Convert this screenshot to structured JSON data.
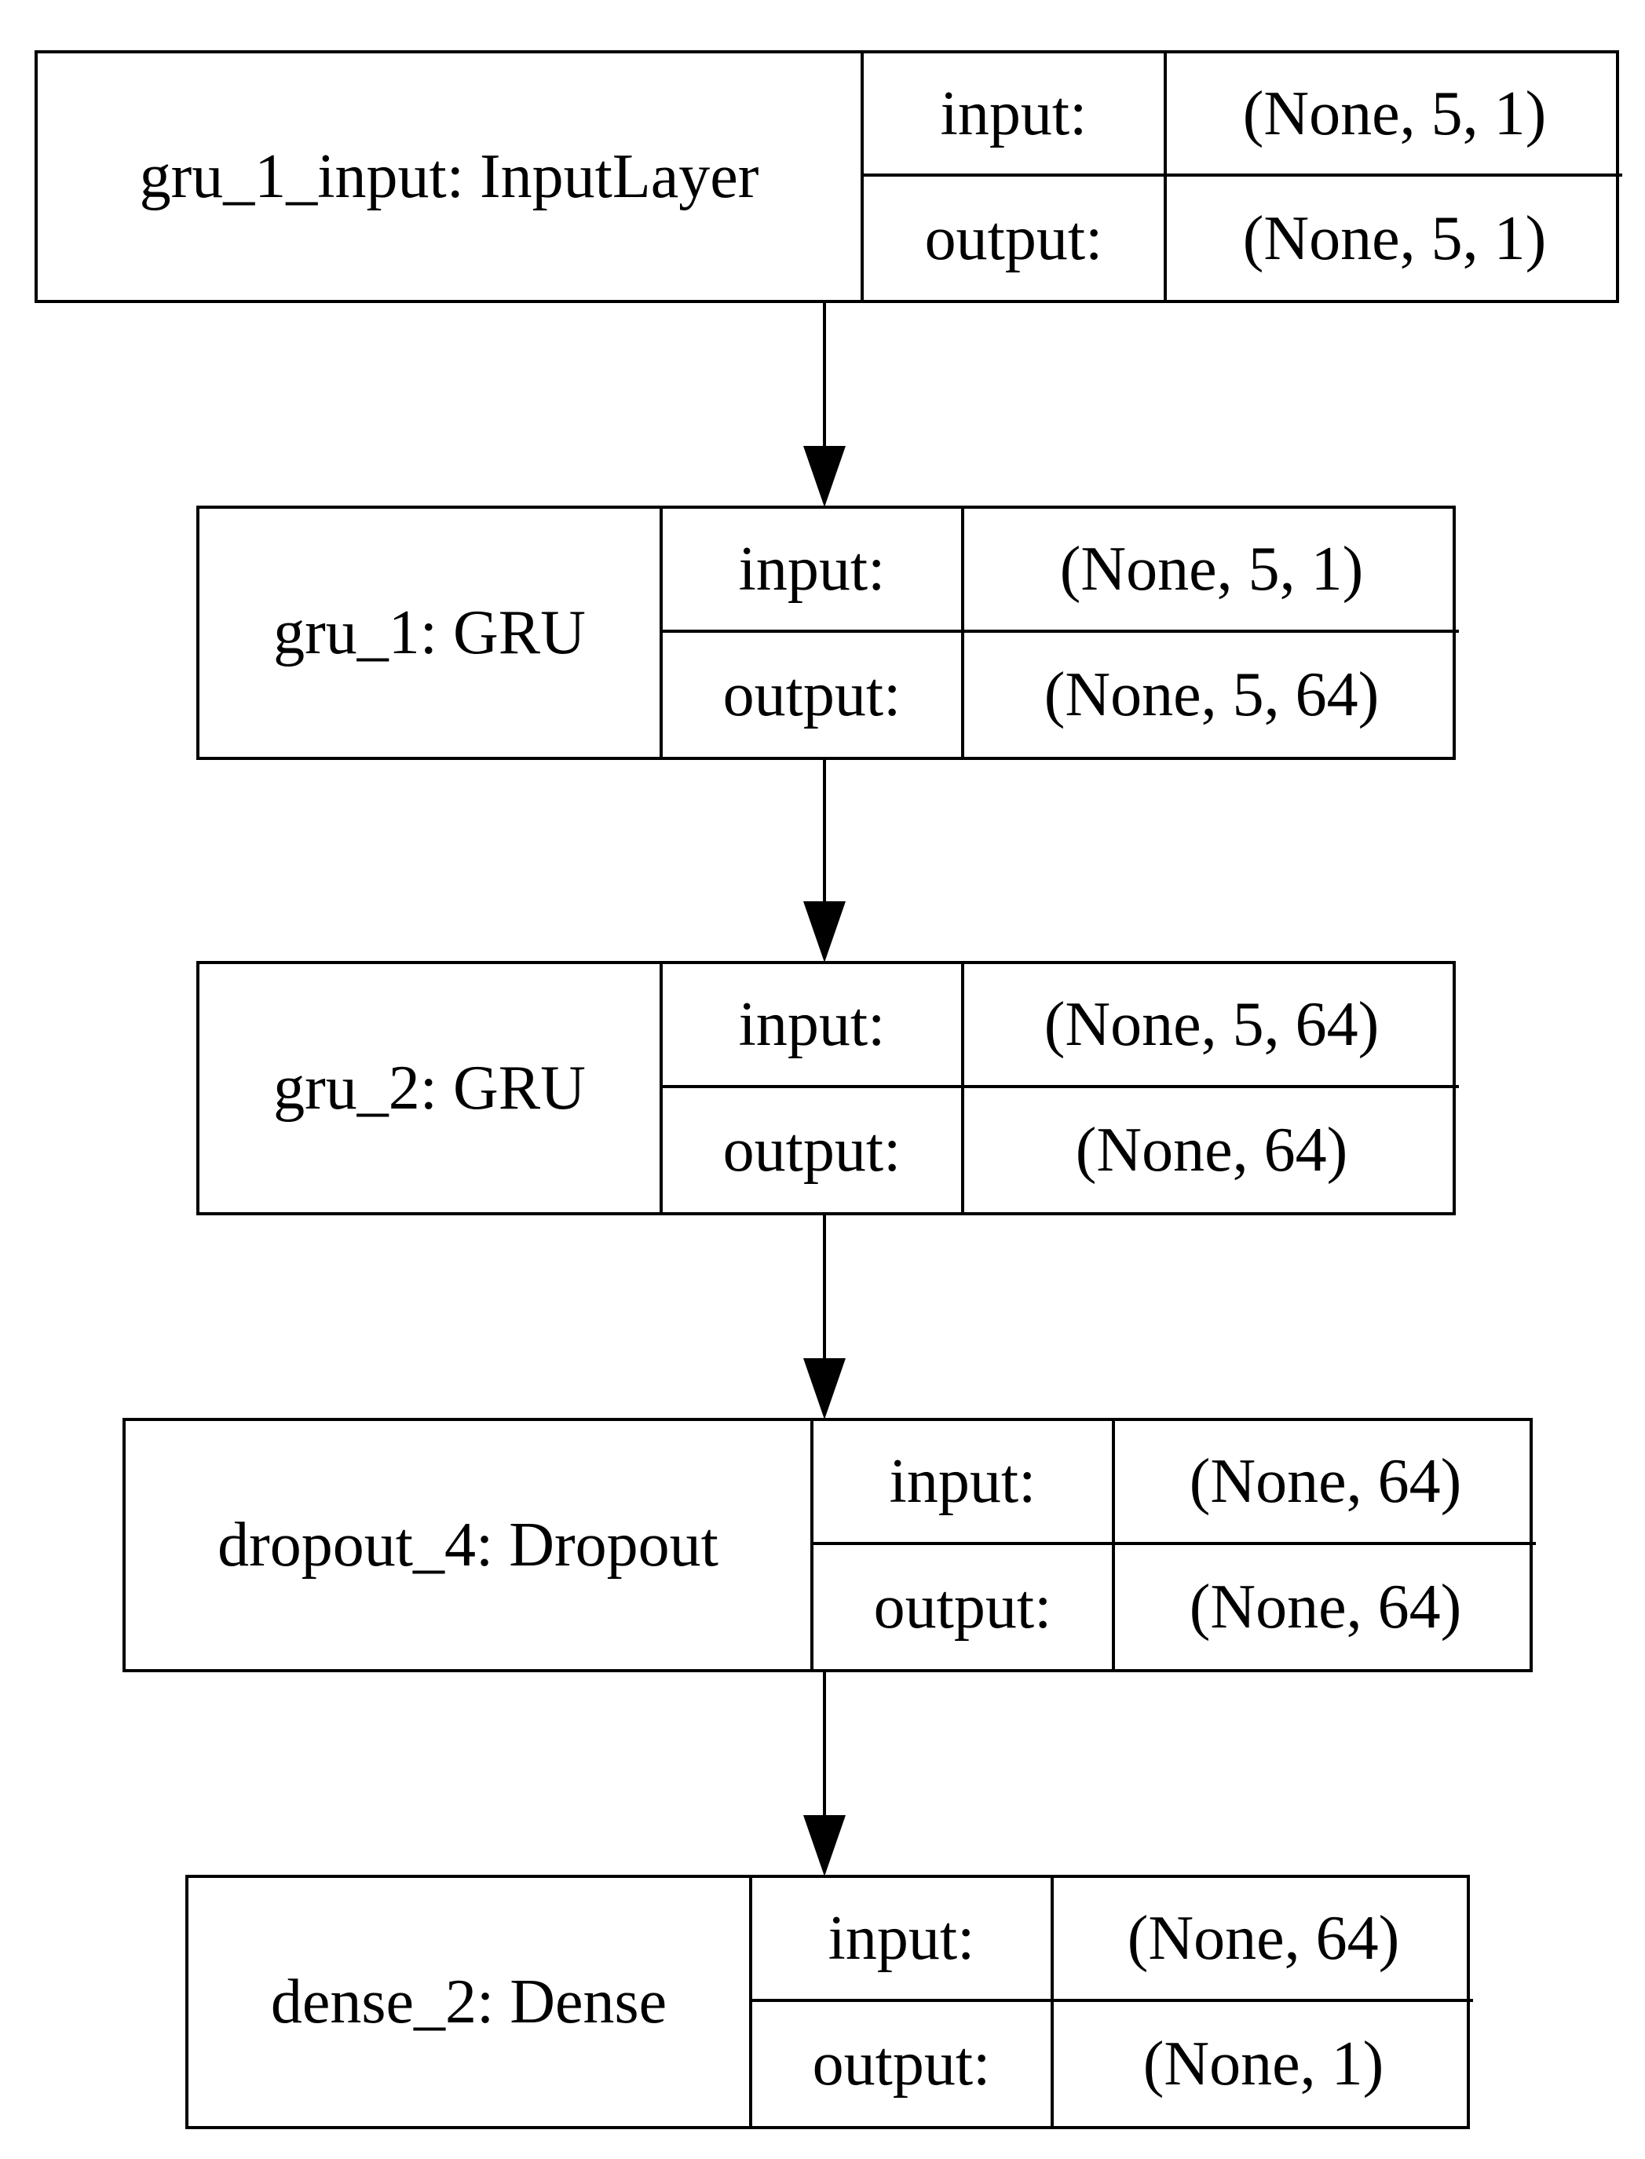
{
  "nodes": [
    {
      "name": "gru_1_input: InputLayer",
      "input_label": "input:",
      "input_shape": "(None, 5, 1)",
      "output_label": "output:",
      "output_shape": "(None, 5, 1)"
    },
    {
      "name": "gru_1: GRU",
      "input_label": "input:",
      "input_shape": "(None, 5, 1)",
      "output_label": "output:",
      "output_shape": "(None, 5, 64)"
    },
    {
      "name": "gru_2: GRU",
      "input_label": "input:",
      "input_shape": "(None, 5, 64)",
      "output_label": "output:",
      "output_shape": "(None, 64)"
    },
    {
      "name": "dropout_4: Dropout",
      "input_label": "input:",
      "input_shape": "(None, 64)",
      "output_label": "output:",
      "output_shape": "(None, 64)"
    },
    {
      "name": "dense_2: Dense",
      "input_label": "input:",
      "input_shape": "(None, 64)",
      "output_label": "output:",
      "output_shape": "(None, 1)"
    }
  ],
  "edges": [
    {
      "from": 0,
      "to": 1
    },
    {
      "from": 1,
      "to": 2
    },
    {
      "from": 2,
      "to": 3
    },
    {
      "from": 3,
      "to": 4
    }
  ]
}
